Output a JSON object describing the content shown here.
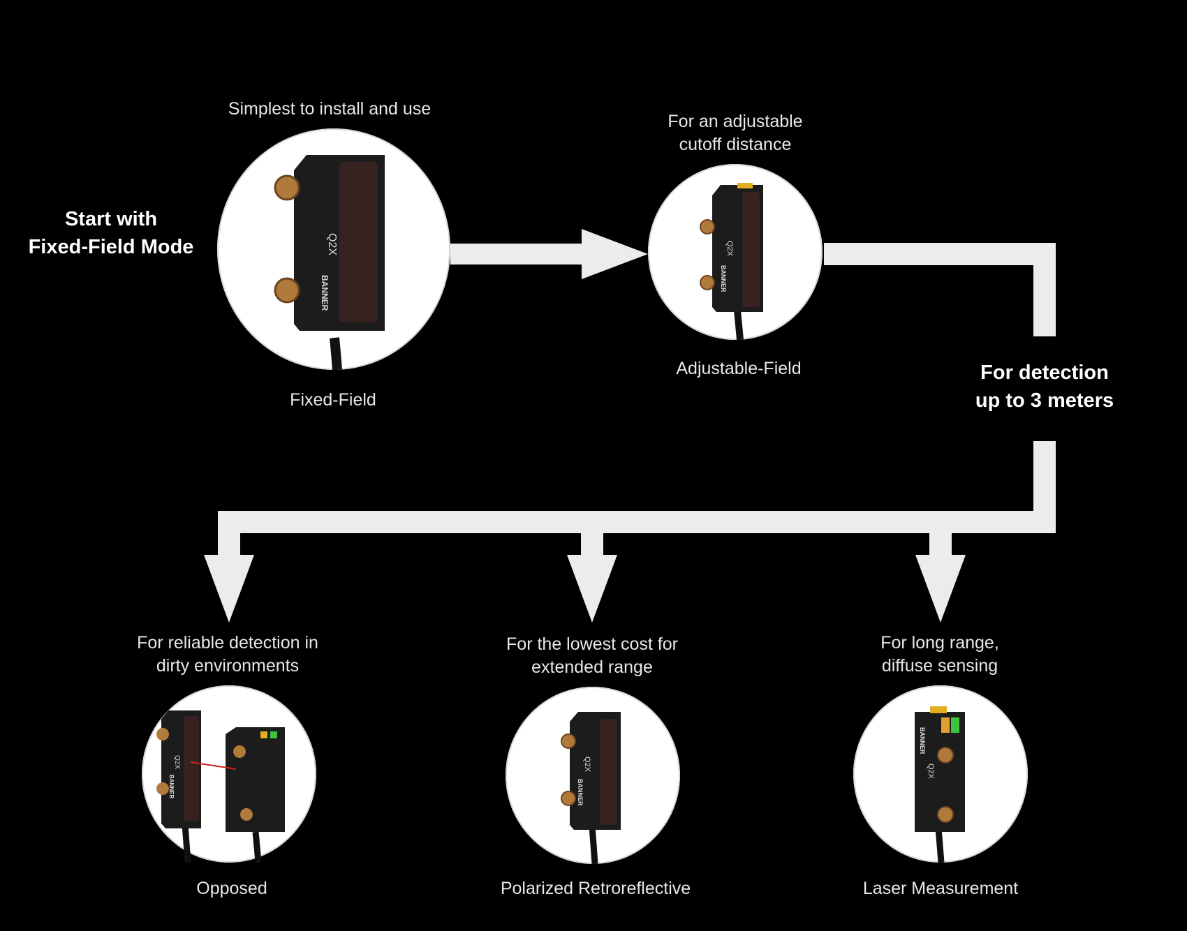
{
  "start": {
    "line1": "Start with",
    "line2": "Fixed-Field Mode"
  },
  "modes": {
    "fixed_field": {
      "heading": "Simplest to install and use",
      "label": "Fixed-Field",
      "sensor_text": "Q2X",
      "brand_text": "BANNER"
    },
    "adjustable_field": {
      "heading_line1": "For an adjustable",
      "heading_line2": "cutoff distance",
      "label": "Adjustable-Field",
      "sensor_text": "Q2X",
      "brand_text": "BANNER"
    }
  },
  "detection": {
    "line1": "For detection",
    "line2": "up to 3 meters"
  },
  "options": [
    {
      "heading_line1": "For reliable detection in",
      "heading_line2": "dirty environments",
      "label": "Opposed",
      "sensor_text": "Q2X",
      "brand_text": "BANNER"
    },
    {
      "heading_line1": "For the lowest cost for",
      "heading_line2": "extended range",
      "label": "Polarized Retroreflective",
      "sensor_text": "Q2X",
      "brand_text": "BANNER"
    },
    {
      "heading_line1": "For long range,",
      "heading_line2": "diffuse sensing",
      "label": "Laser Measurement",
      "sensor_text": "Q2X",
      "brand_text": "BANNER"
    }
  ],
  "colors": {
    "background": "#000000",
    "connector": "#ececec",
    "sensor_body": "#1c1c1c",
    "lens_gold": "#b07a3a",
    "led_green": "#3ec43e",
    "led_yellow": "#e0b020",
    "beam_red": "#d42020"
  }
}
